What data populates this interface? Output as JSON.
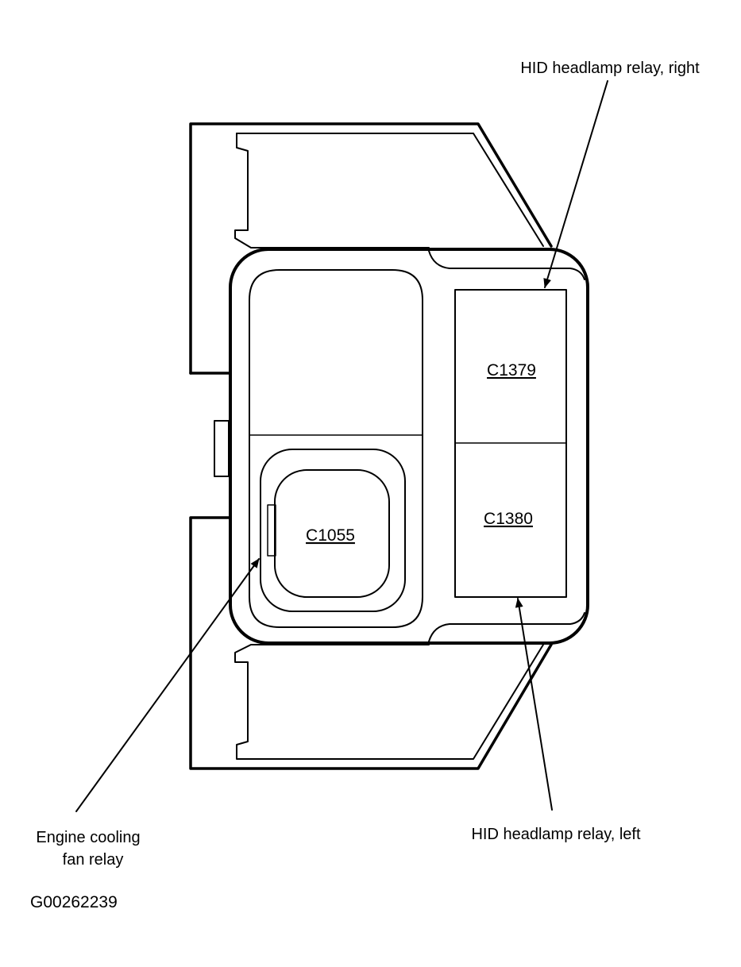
{
  "callouts": {
    "hid_right": "HID headlamp relay, right",
    "hid_left": "HID headlamp relay, left",
    "cooling_fan_line1": "Engine cooling",
    "cooling_fan_line2": "fan relay"
  },
  "connectors": {
    "c1379": "C1379",
    "c1380": "C1380",
    "c1055": "C1055"
  },
  "figure_code": "G00262239"
}
